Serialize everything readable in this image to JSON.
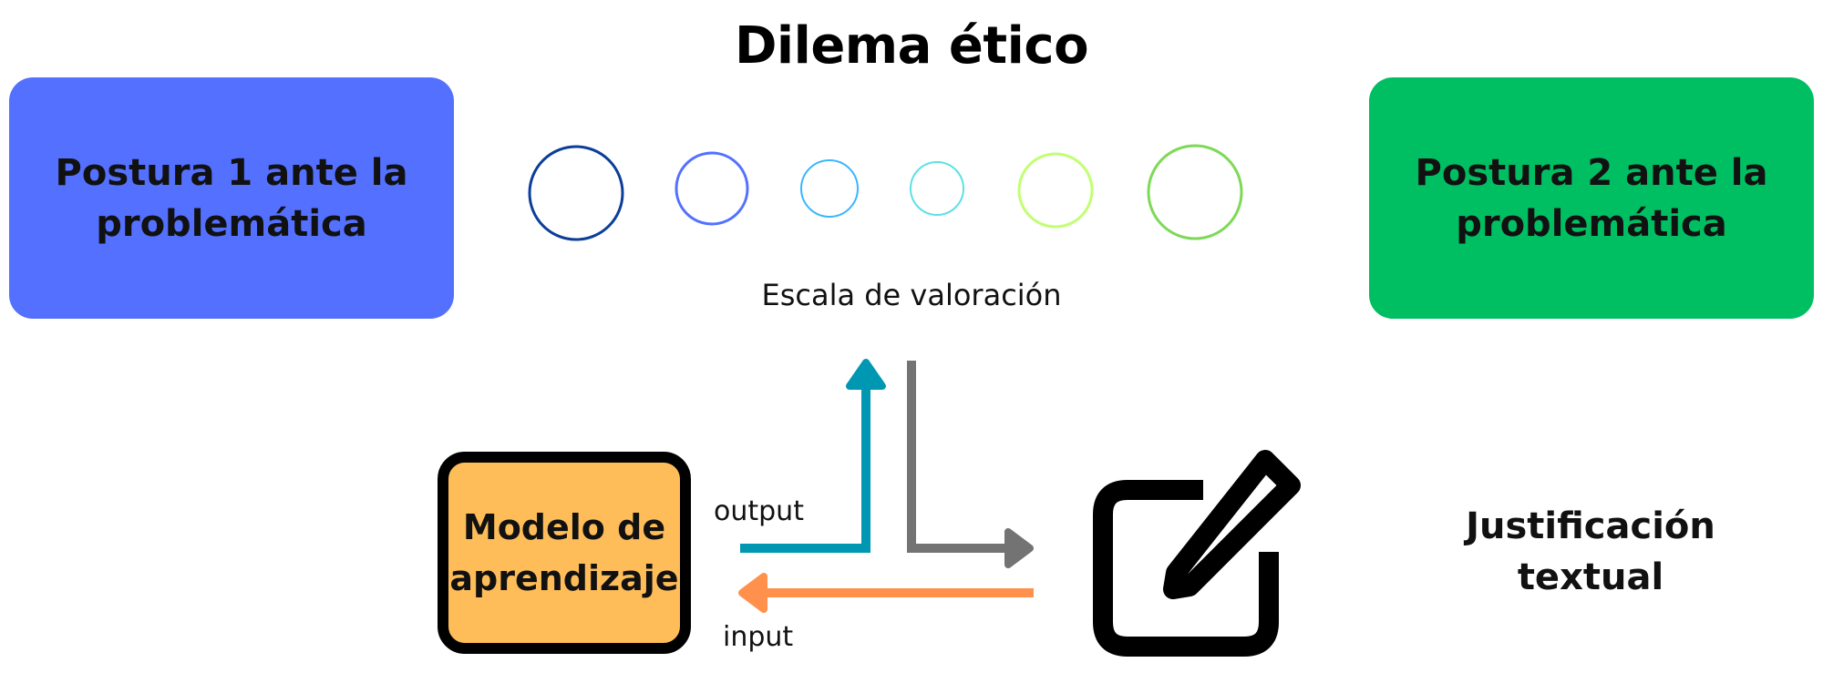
{
  "title": "Dilema ético",
  "stance_1": {
    "text": "Postura 1 ante la\nproblemática",
    "color": "#5470ff"
  },
  "stance_2": {
    "text": "Postura 2 ante la\nproblemática",
    "color": "#00bf63"
  },
  "rating_scale": {
    "label": "Escala de valoración",
    "circle_colors": [
      "#0c3e99",
      "#5271ff",
      "#38b6ff",
      "#5ce1e6",
      "#c1ff72",
      "#7ed957"
    ]
  },
  "model": {
    "text": "Modelo de\naprendizaje",
    "color": "#ffbd59"
  },
  "justification": {
    "text": "Justificación\ntextual",
    "icon": "edit-icon"
  },
  "edges": {
    "output_label": "output",
    "input_label": "input",
    "output_color": "#0097b2",
    "feedback_color": "#737373",
    "input_color": "#ff914d"
  }
}
